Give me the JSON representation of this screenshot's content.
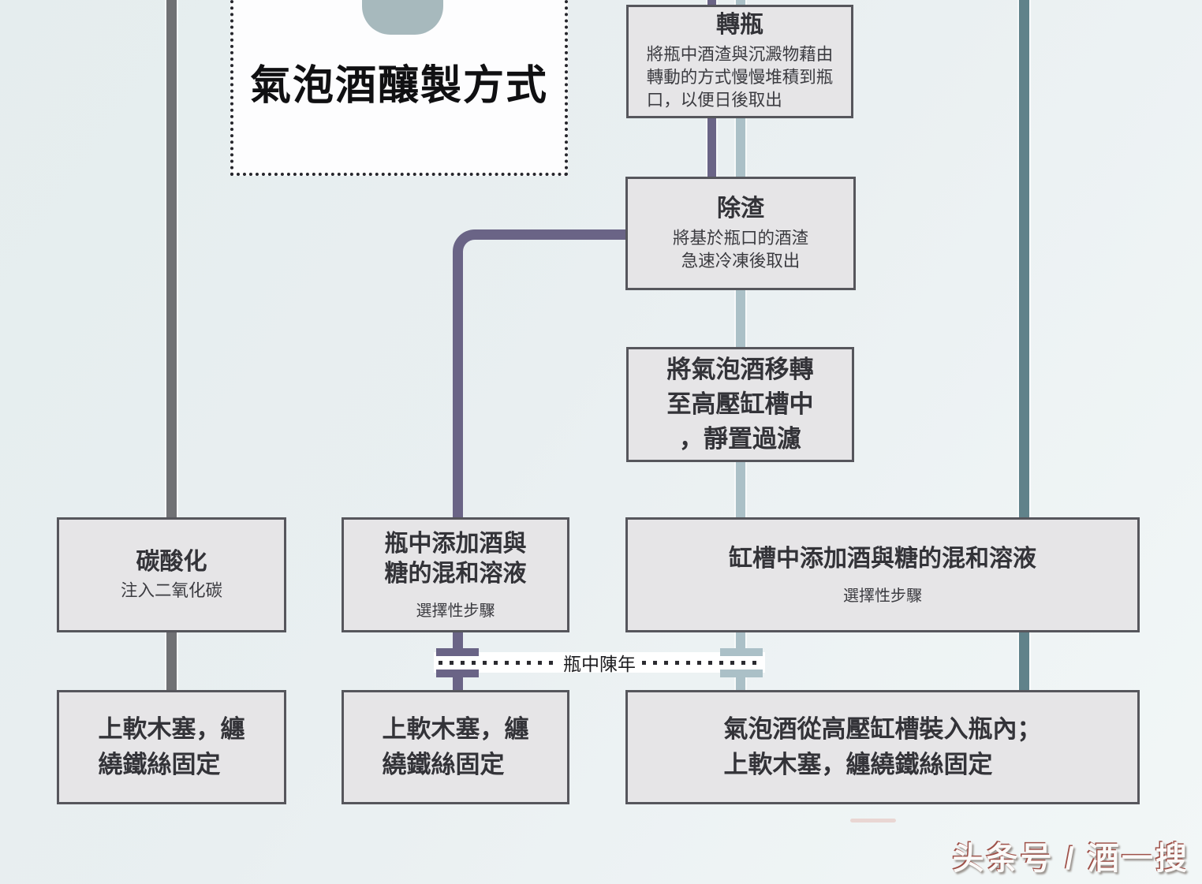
{
  "header": {
    "title": "氣泡酒釀製方式"
  },
  "aging": {
    "label": "瓶中陳年"
  },
  "watermark": {
    "text": "头条号 / 酒一搜"
  },
  "boxes": {
    "riddling": {
      "title": "轉瓶",
      "desc": "將瓶中酒渣與沉澱物藉由\n轉動的方式慢慢堆積到瓶\n口，以便日後取出"
    },
    "disgorging": {
      "title": "除渣",
      "desc": "將基於瓶口的酒渣\n急速冷凍後取出"
    },
    "tank_transfer": {
      "text": "將氣泡酒移轉\n至高壓缸槽中\n，靜置過濾"
    },
    "carbonation": {
      "title": "碳酸化",
      "desc": "注入二氧化碳"
    },
    "bottle_dosage": {
      "title": "瓶中添加酒與\n糖的混和溶液",
      "note": "選擇性步驟"
    },
    "tank_dosage": {
      "title": "缸槽中添加酒與糖的混和溶液",
      "note": "選擇性步驟"
    },
    "cork_left": {
      "text": "上軟木塞，纏\n繞鐵絲固定"
    },
    "cork_middle": {
      "text": "上軟木塞，纏\n繞鐵絲固定"
    },
    "bottling_cork": {
      "text": "氣泡酒從高壓缸槽裝入瓶內；\n上軟木塞，纏繞鐵絲固定"
    }
  },
  "colors": {
    "background": "#e9eff1",
    "box_fill": "#e6e5e7",
    "box_border": "#56565c",
    "line_gray": "#707174",
    "line_purple": "#6a6486",
    "line_lightblue": "#abc0c7",
    "line_teal": "#60828a",
    "bottle_shape": "#a7b9bd"
  }
}
